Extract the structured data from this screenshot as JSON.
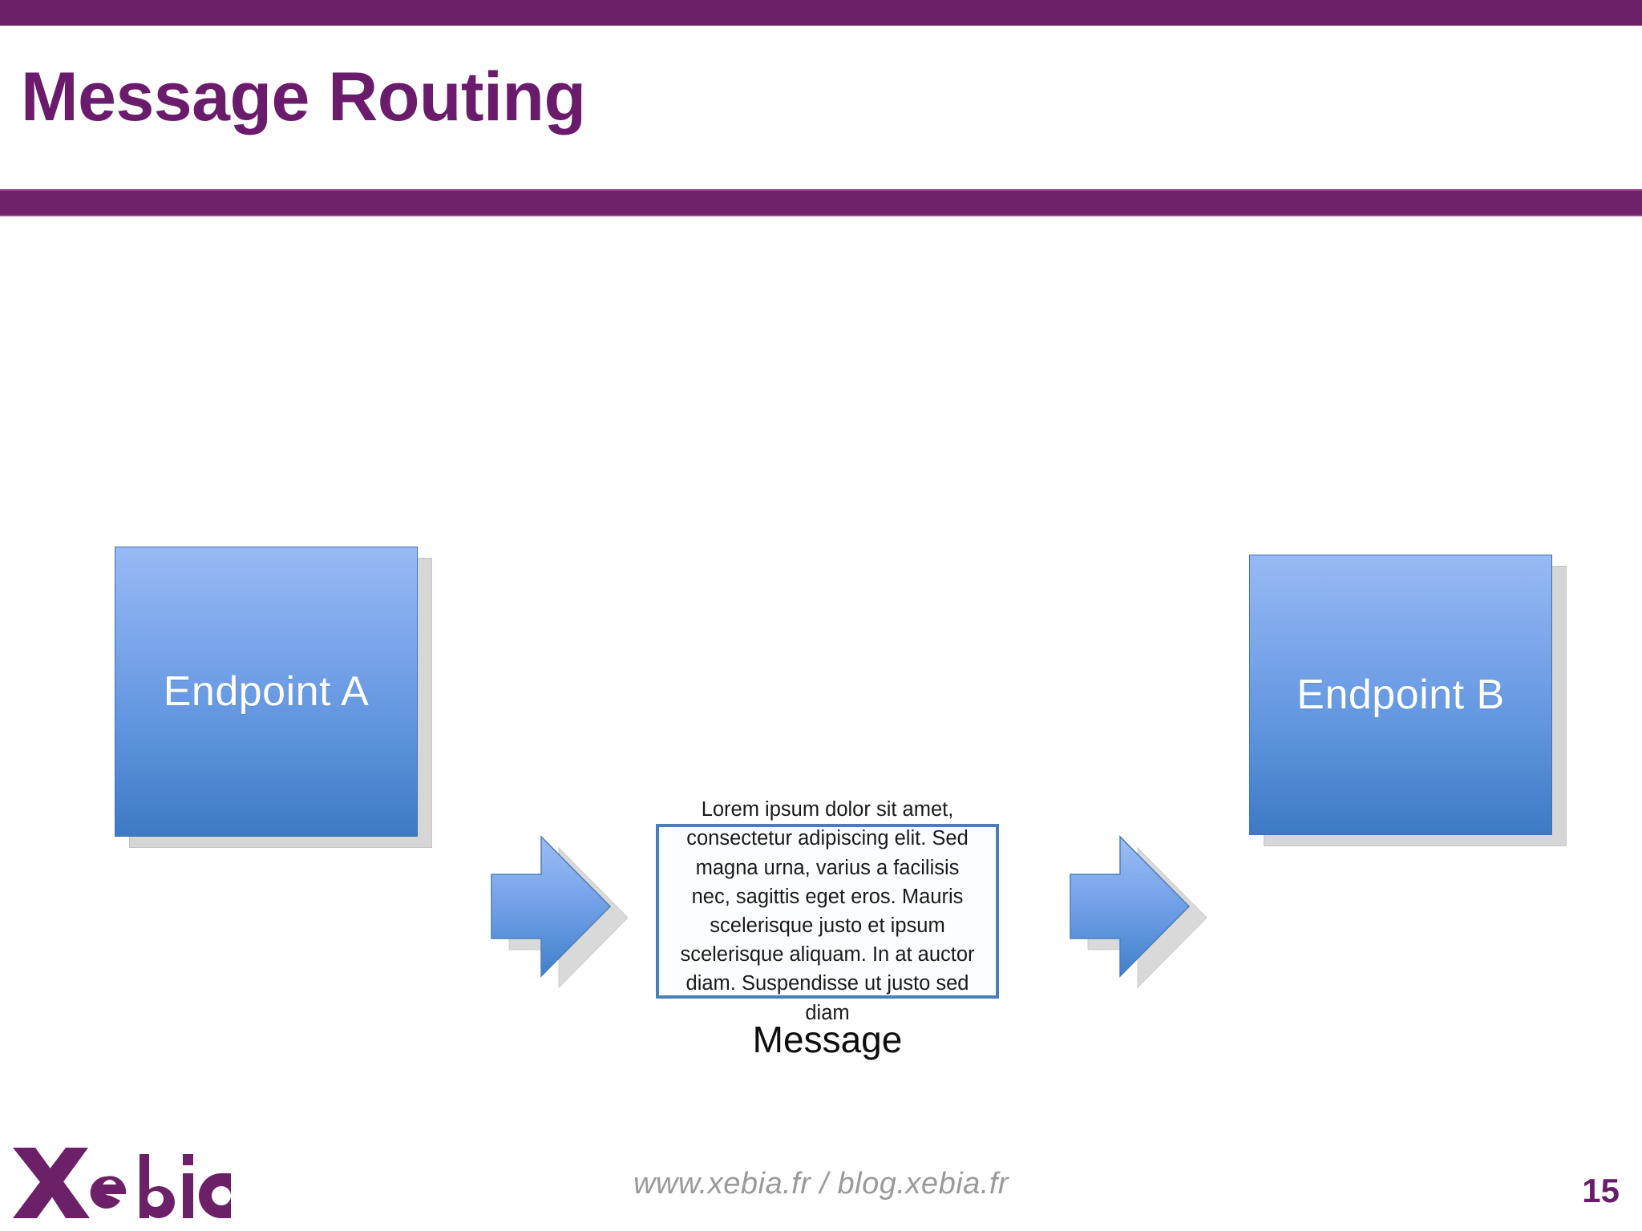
{
  "slide": {
    "title": "Message Routing",
    "page_number": "15",
    "accent_purple": "#6B1B6B",
    "bar_purple": "#6B2068",
    "box_blue_top": "#98BAF4",
    "box_blue_bottom": "#3D7AC4",
    "shadow_gray": "#D6D6D6",
    "message_border_blue": "#4A7EBB"
  },
  "diagram": {
    "endpoint_a": {
      "label": "Endpoint A"
    },
    "endpoint_b": {
      "label": "Endpoint B"
    },
    "arrow_1": {
      "name": "right-arrow-icon"
    },
    "arrow_2": {
      "name": "right-arrow-icon"
    },
    "message": {
      "body": "Lorem ipsum dolor sit amet, consectetur adipiscing elit. Sed magna urna, varius a facilisis nec, sagittis eget eros. Mauris scelerisque justo et ipsum scelerisque aliquam. In at auctor diam. Suspendisse ut justo sed diam",
      "caption": "Message"
    }
  },
  "footer": {
    "logo_text": "Xebia",
    "url": "www.xebia.fr / blog.xebia.fr"
  }
}
